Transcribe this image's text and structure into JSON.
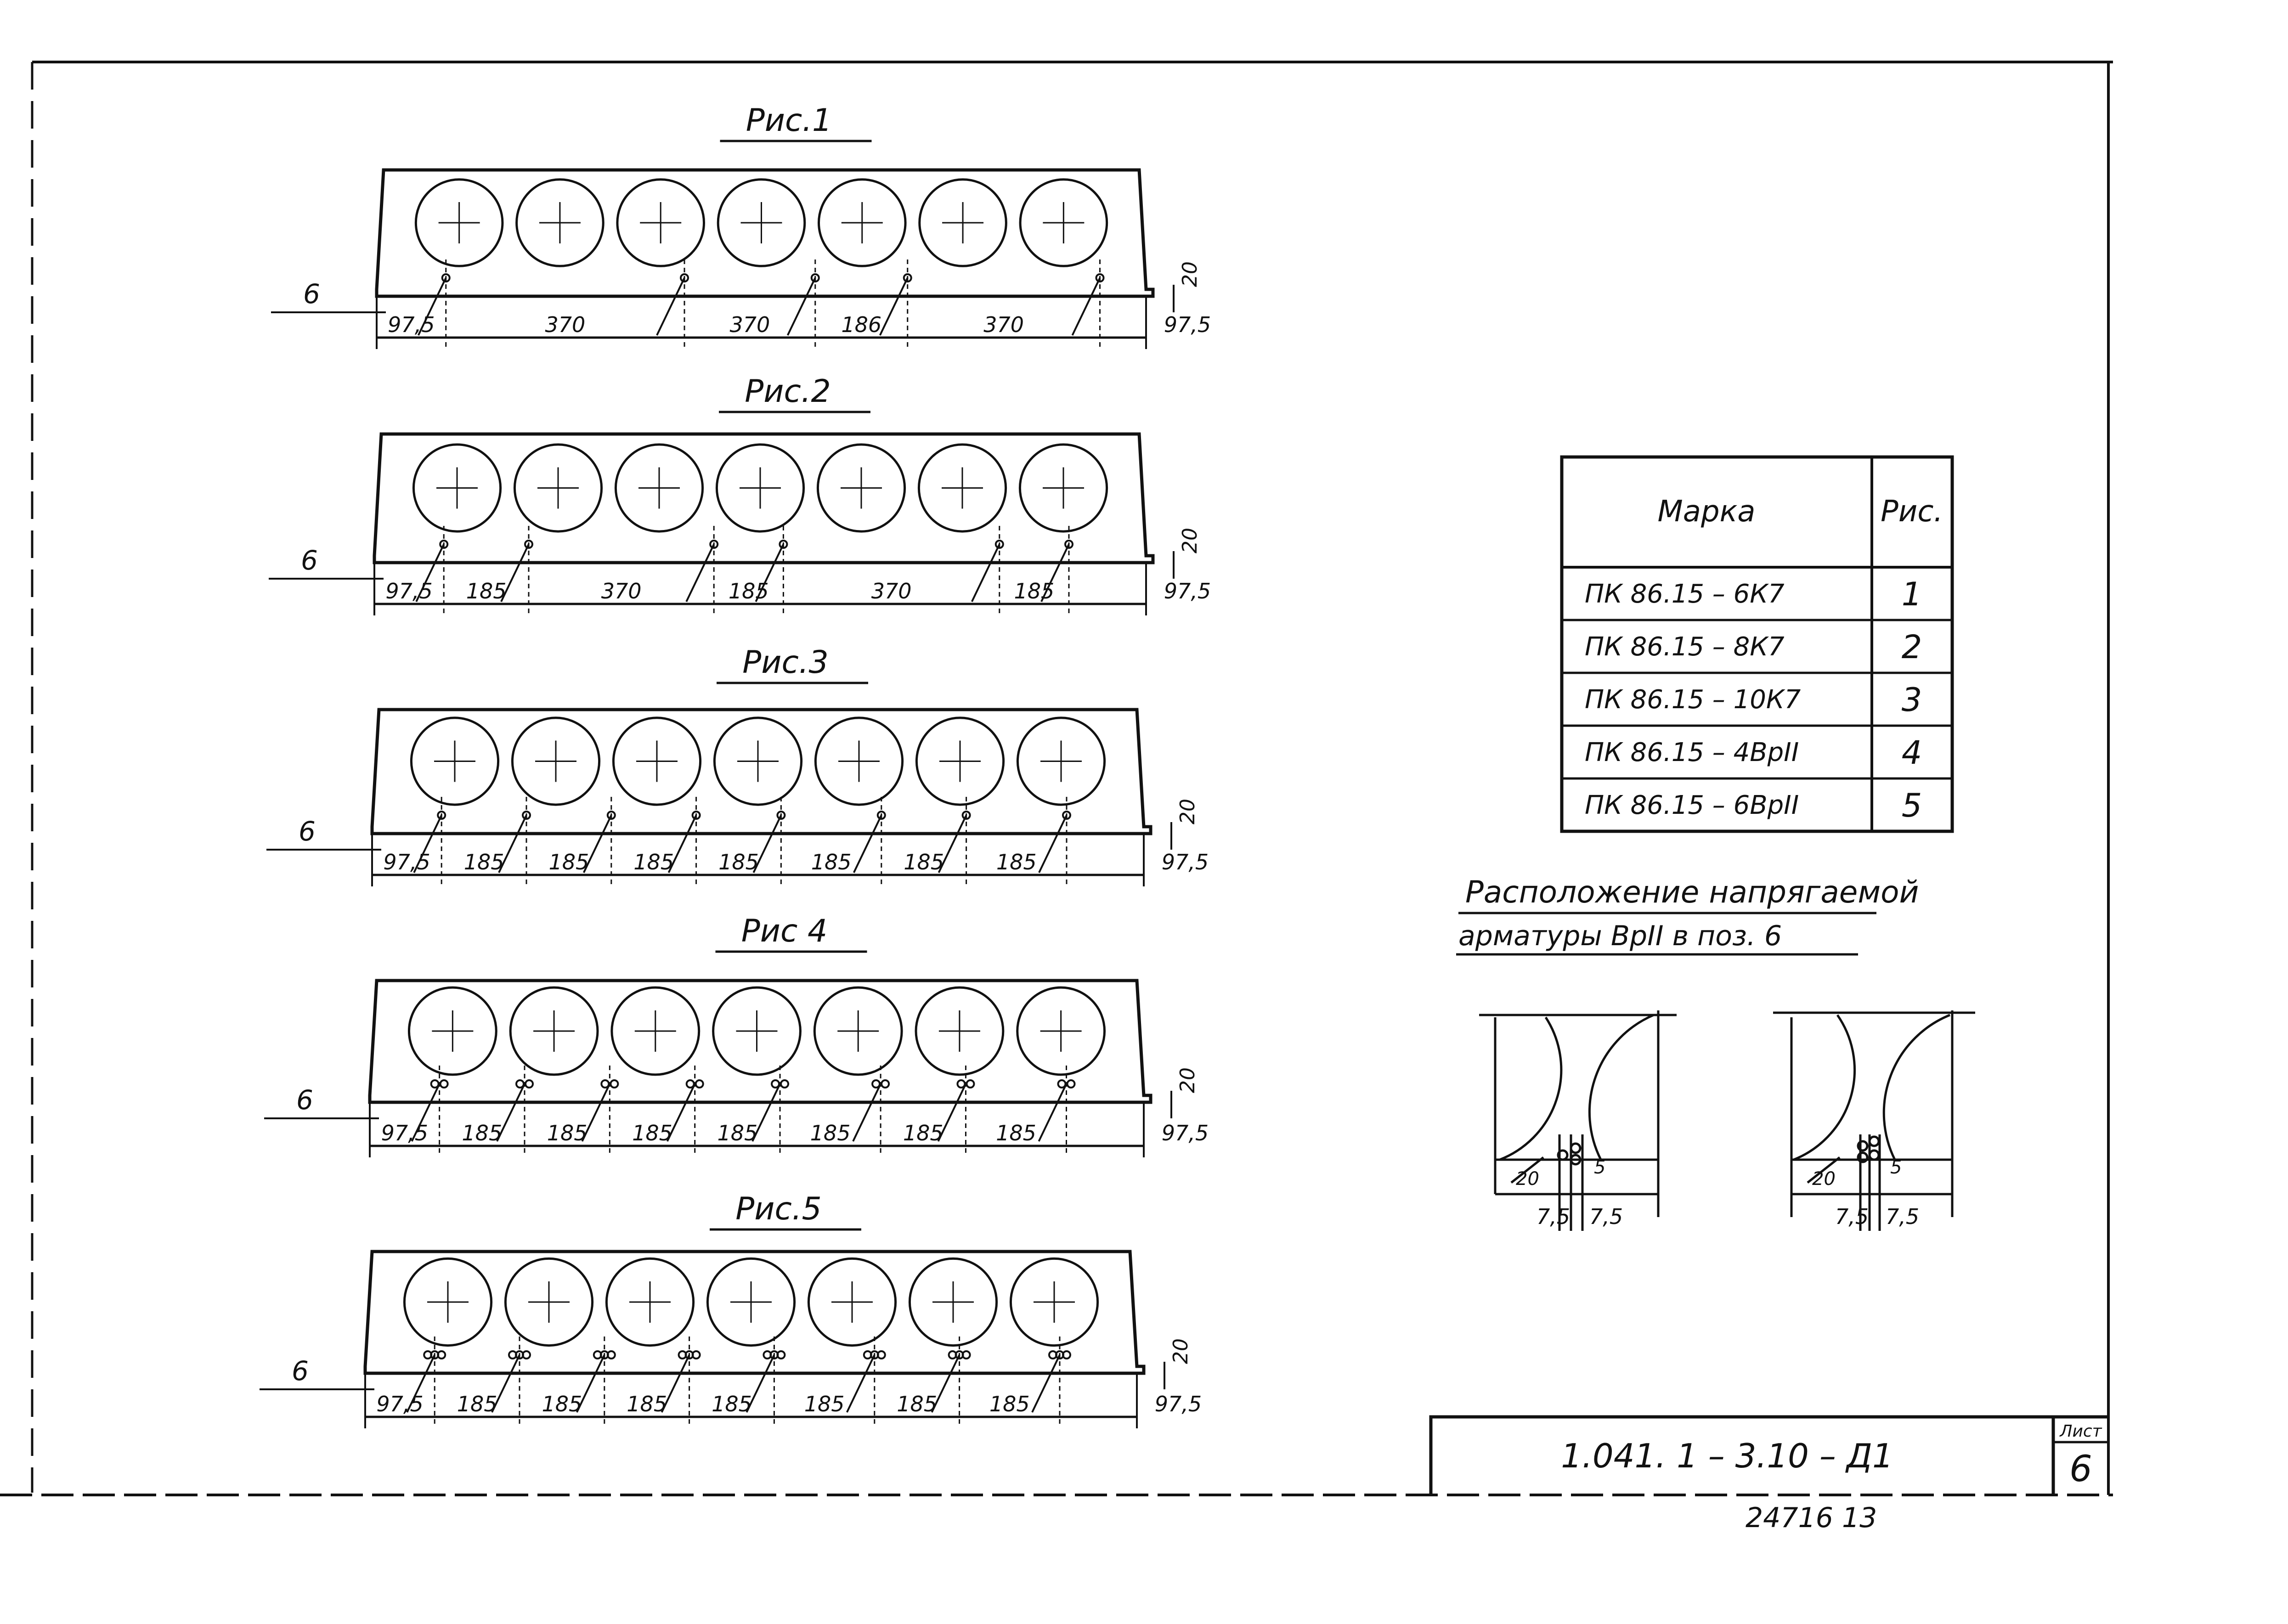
{
  "figures": [
    {
      "title": "Рис.1",
      "pos": "6",
      "dims": [
        "97,5",
        "370",
        "370",
        "186",
        "370",
        "97,5"
      ],
      "rebar": [
        [
          0.09,
          "single"
        ],
        [
          0.4,
          "single"
        ],
        [
          0.57,
          "single"
        ],
        [
          0.69,
          "single"
        ],
        [
          0.94,
          "single"
        ]
      ],
      "side": "20"
    },
    {
      "title": "Рис.2",
      "pos": "6",
      "dims": [
        "97,5",
        "185",
        "370",
        "185",
        "370",
        "185",
        "97,5"
      ],
      "rebar": [
        [
          0.09,
          "single"
        ],
        [
          0.2,
          "single"
        ],
        [
          0.44,
          "single"
        ],
        [
          0.53,
          "single"
        ],
        [
          0.81,
          "single"
        ],
        [
          0.9,
          "single"
        ]
      ],
      "side": "20"
    },
    {
      "title": "Рис.3",
      "pos": "6",
      "dims": [
        "97,5",
        "185",
        "185",
        "185",
        "185",
        "185",
        "185",
        "185",
        "97,5"
      ],
      "rebar": [
        [
          0.09,
          "single"
        ],
        [
          0.2,
          "single"
        ],
        [
          0.31,
          "single"
        ],
        [
          0.42,
          "single"
        ],
        [
          0.53,
          "single"
        ],
        [
          0.66,
          "single"
        ],
        [
          0.77,
          "single"
        ],
        [
          0.9,
          "single"
        ]
      ],
      "side": "20"
    },
    {
      "title": "Рис 4",
      "pos": "6",
      "dims": [
        "97,5",
        "185",
        "185",
        "185",
        "185",
        "185",
        "185",
        "185",
        "97,5"
      ],
      "rebar": [
        [
          0.09,
          "pair"
        ],
        [
          0.2,
          "pair"
        ],
        [
          0.31,
          "pair"
        ],
        [
          0.42,
          "pair"
        ],
        [
          0.53,
          "pair"
        ],
        [
          0.66,
          "pair"
        ],
        [
          0.77,
          "pair"
        ],
        [
          0.9,
          "pair"
        ]
      ],
      "side": "20"
    },
    {
      "title": "Рис.5",
      "pos": "6",
      "dims": [
        "97,5",
        "185",
        "185",
        "185",
        "185",
        "185",
        "185",
        "185",
        "97,5"
      ],
      "rebar": [
        [
          0.09,
          "triple"
        ],
        [
          0.2,
          "triple"
        ],
        [
          0.31,
          "triple"
        ],
        [
          0.42,
          "triple"
        ],
        [
          0.53,
          "triple"
        ],
        [
          0.66,
          "triple"
        ],
        [
          0.77,
          "triple"
        ],
        [
          0.9,
          "triple"
        ]
      ],
      "side": "20"
    }
  ],
  "table": {
    "headers": [
      "Марка",
      "Рис."
    ],
    "rows": [
      [
        "ПК 86.15 – 6К7",
        "1"
      ],
      [
        "ПК 86.15 – 8К7",
        "2"
      ],
      [
        "ПК 86.15 – 10К7",
        "3"
      ],
      [
        "ПК 86.15 – 4ВрII",
        "4"
      ],
      [
        "ПК 86.15 – 6ВрII",
        "5"
      ]
    ]
  },
  "placement": {
    "line1": "Расположение напрягаемой",
    "line2": "арматуры ВрII в поз. 6",
    "dim_left": "7,5",
    "dim_right": "7,5",
    "dim_vert_left": "20",
    "dim_vert_right": "5"
  },
  "stamp": {
    "code": "1.041. 1 – 3.10 – Д1",
    "sheet_label": "Лист",
    "sheet_number": "6",
    "archive": "24716 13"
  }
}
